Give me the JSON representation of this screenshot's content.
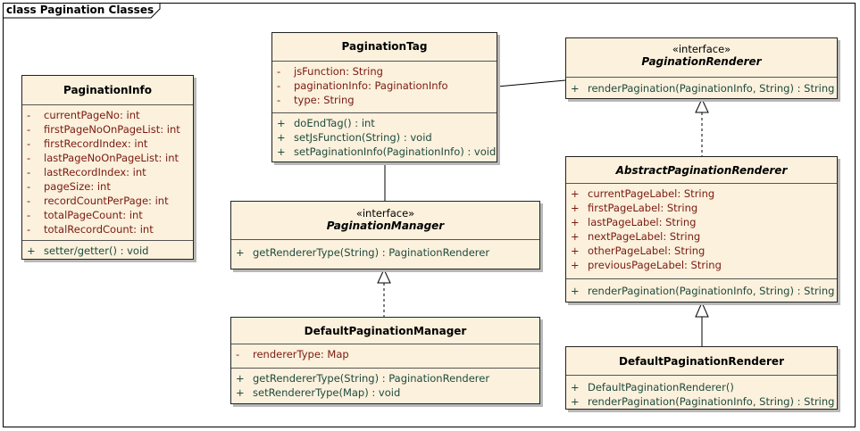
{
  "frame": {
    "title": "class Pagination Classes"
  },
  "classes": {
    "pagination_info": {
      "name": "PaginationInfo",
      "attributes": [
        {
          "vis": "-",
          "text": "currentPageNo:  int"
        },
        {
          "vis": "-",
          "text": "firstPageNoOnPageList:  int"
        },
        {
          "vis": "-",
          "text": "firstRecordIndex:  int"
        },
        {
          "vis": "-",
          "text": "lastPageNoOnPageList:  int"
        },
        {
          "vis": "-",
          "text": "lastRecordIndex:  int"
        },
        {
          "vis": "-",
          "text": "pageSize:  int"
        },
        {
          "vis": "-",
          "text": "recordCountPerPage:  int"
        },
        {
          "vis": "-",
          "text": "totalPageCount:  int"
        },
        {
          "vis": "-",
          "text": "totalRecordCount:  int"
        }
      ],
      "operations": [
        {
          "vis": "+",
          "text": "setter/getter() : void"
        }
      ]
    },
    "pagination_tag": {
      "name": "PaginationTag",
      "attributes": [
        {
          "vis": "-",
          "text": "jsFunction:  String"
        },
        {
          "vis": "-",
          "text": "paginationInfo:  PaginationInfo"
        },
        {
          "vis": "-",
          "text": "type:  String"
        }
      ],
      "operations": [
        {
          "vis": "+",
          "text": "doEndTag() : int"
        },
        {
          "vis": "+",
          "text": "setJsFunction(String) : void"
        },
        {
          "vis": "+",
          "text": "setPaginationInfo(PaginationInfo) : void"
        }
      ]
    },
    "pagination_renderer": {
      "stereotype": "«interface»",
      "name": "PaginationRenderer",
      "operations": [
        {
          "vis": "+",
          "text": "renderPagination(PaginationInfo, String) : String"
        }
      ]
    },
    "pagination_manager": {
      "stereotype": "«interface»",
      "name": "PaginationManager",
      "operations": [
        {
          "vis": "+",
          "text": "getRendererType(String) : PaginationRenderer"
        }
      ]
    },
    "abstract_pagination_renderer": {
      "name": "AbstractPaginationRenderer",
      "attributes": [
        {
          "vis": "+",
          "text": "currentPageLabel:  String"
        },
        {
          "vis": "+",
          "text": "firstPageLabel:  String"
        },
        {
          "vis": "+",
          "text": "lastPageLabel:  String"
        },
        {
          "vis": "+",
          "text": "nextPageLabel:  String"
        },
        {
          "vis": "+",
          "text": "otherPageLabel:  String"
        },
        {
          "vis": "+",
          "text": "previousPageLabel:  String"
        }
      ],
      "operations": [
        {
          "vis": "+",
          "text": "renderPagination(PaginationInfo, String) : String"
        }
      ]
    },
    "default_pagination_manager": {
      "name": "DefaultPaginationManager",
      "attributes": [
        {
          "vis": "-",
          "text": "rendererType:  Map"
        }
      ],
      "operations": [
        {
          "vis": "+",
          "text": "getRendererType(String) : PaginationRenderer"
        },
        {
          "vis": "+",
          "text": "setRendererType(Map) : void"
        }
      ]
    },
    "default_pagination_renderer": {
      "name": "DefaultPaginationRenderer",
      "operations": [
        {
          "vis": "+",
          "text": "DefaultPaginationRenderer()"
        },
        {
          "vis": "+",
          "text": "renderPagination(PaginationInfo, String) : String"
        }
      ]
    }
  },
  "relationships": [
    {
      "from": "pagination_tag",
      "to": "pagination_renderer",
      "kind": "association"
    },
    {
      "from": "pagination_tag",
      "to": "pagination_manager",
      "kind": "association"
    },
    {
      "from": "default_pagination_manager",
      "to": "pagination_manager",
      "kind": "realization"
    },
    {
      "from": "abstract_pagination_renderer",
      "to": "pagination_renderer",
      "kind": "realization"
    },
    {
      "from": "default_pagination_renderer",
      "to": "abstract_pagination_renderer",
      "kind": "generalization"
    }
  ]
}
